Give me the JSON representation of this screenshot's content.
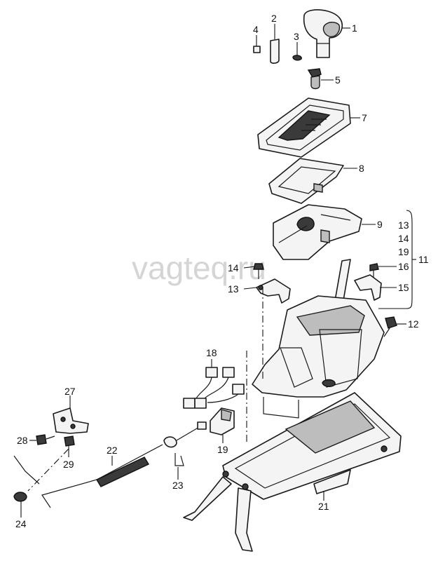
{
  "watermark": "vagteq.ru",
  "callouts": {
    "c1": "1",
    "c2": "2",
    "c3": "3",
    "c4": "4",
    "c5": "5",
    "c7": "7",
    "c8": "8",
    "c9": "9",
    "c11": "11",
    "c12": "12",
    "c13_group": "13",
    "c14_group": "14",
    "c19_group": "19",
    "c13": "13",
    "c14": "14",
    "c15": "15",
    "c16": "16",
    "c18": "18",
    "c19": "19",
    "c21": "21",
    "c22": "22",
    "c23": "23",
    "c24": "24",
    "c27": "27",
    "c28": "28",
    "c29": "29"
  }
}
